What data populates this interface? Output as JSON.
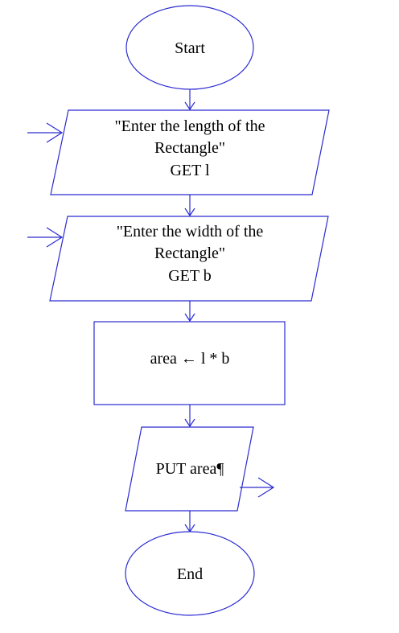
{
  "flowchart": {
    "start": "Start",
    "input_length": {
      "line1": "\"Enter the length of the",
      "line2": "Rectangle\"",
      "line3": "GET l"
    },
    "input_width": {
      "line1": "\"Enter the width of the",
      "line2": "Rectangle\"",
      "line3": "GET b"
    },
    "process": "area ← l * b",
    "output": "PUT area¶",
    "end": "End"
  },
  "colors": {
    "stroke": "#2b2bd1",
    "text": "#000000",
    "background": "#ffffff"
  }
}
